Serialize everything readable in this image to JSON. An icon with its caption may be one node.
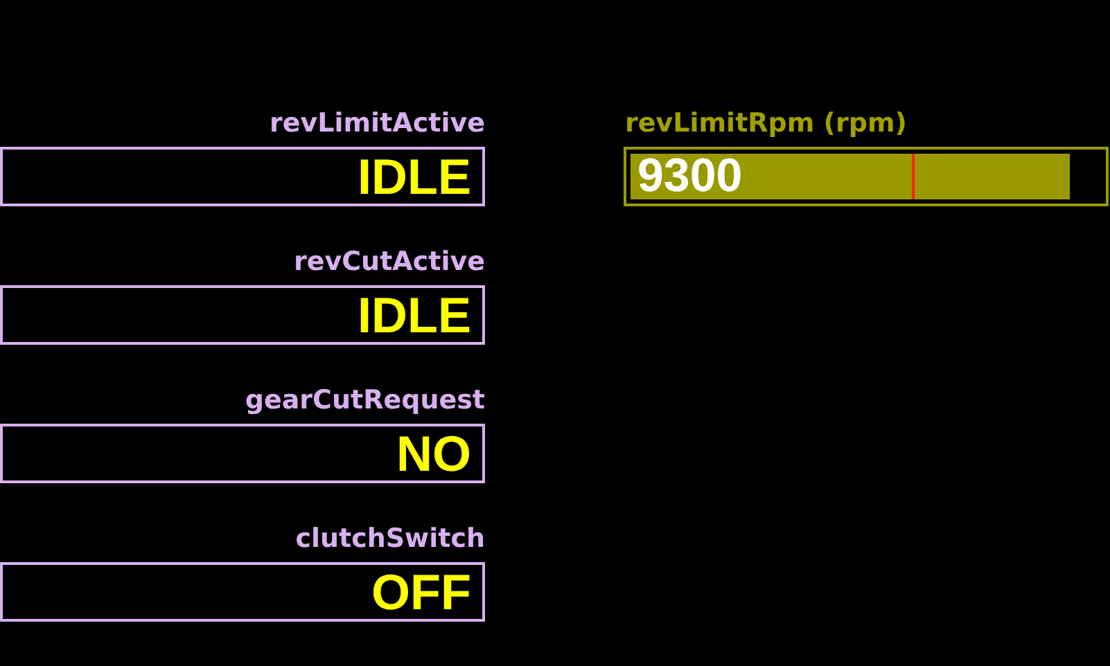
{
  "diagram": {
    "nodes": [
      {
        "text": [
          "revLimitActive",
          "IDLE"
        ]
      },
      {
        "text": [
          "revCutActive",
          "IDLE"
        ]
      },
      {
        "text": [
          "gearCutRequest",
          "NO"
        ]
      },
      {
        "text": [
          "clutchSwitch",
          "OFF"
        ]
      },
      {
        "text": [
          "revLimitRpm (rpm)",
          "9300"
        ]
      }
    ]
  }
}
